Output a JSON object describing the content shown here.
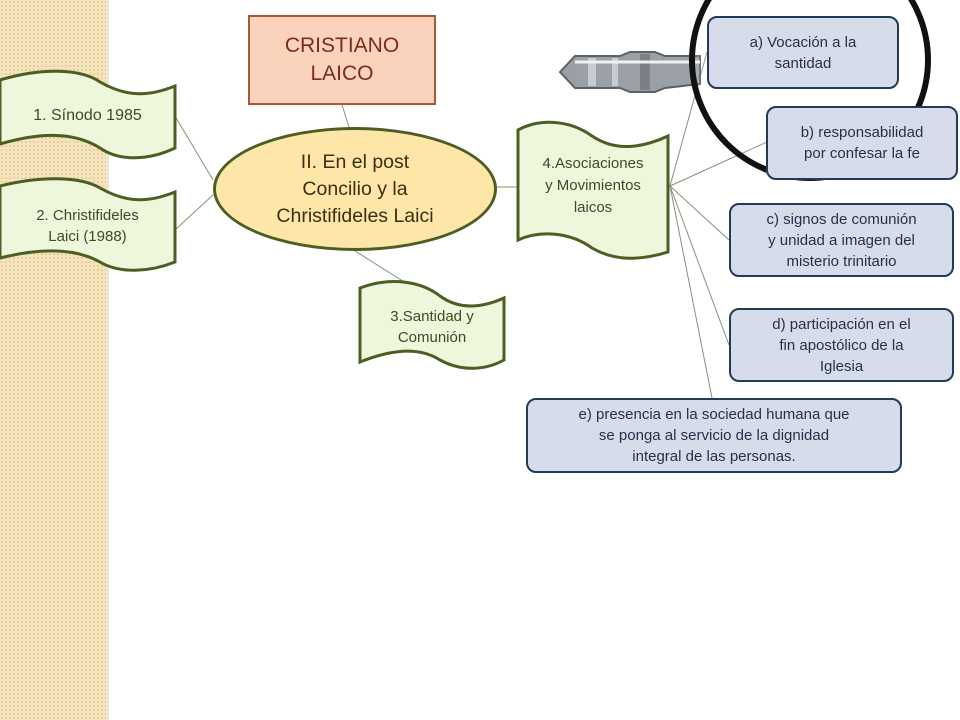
{
  "diagram": {
    "top_box": [
      "CRISTIANO",
      "LAICO"
    ],
    "center": [
      "II. En el post",
      "Concilio y la",
      "Christifideles Laici"
    ],
    "left_banners": [
      {
        "lines": [
          "1. Sínodo 1985"
        ]
      },
      {
        "lines": [
          "2. Christifideles",
          "Laici (1988)"
        ]
      }
    ],
    "bottom_banner": [
      "3.Santidad y",
      "Comunión"
    ],
    "right_banner": [
      "4.Asociaciones",
      "y Movimientos",
      "laicos"
    ],
    "items": [
      [
        "a) Vocación a la",
        "santidad"
      ],
      [
        "b) responsabilidad",
        "por confesar la fe"
      ],
      [
        "c) signos de comunión",
        "y unidad a imagen del",
        "misterio trinitario"
      ],
      [
        "d) participación en el",
        "fin apostólico de la",
        "Iglesia"
      ],
      [
        "e) presencia en la sociedad humana que",
        "se ponga al servicio de la dignidad",
        "integral de las personas."
      ]
    ]
  },
  "colors": {
    "background": "#ffffff",
    "left_stripe": "#f3e4bd",
    "top_box_fill": "#fbd3bd",
    "top_box_border": "#a35a35",
    "ellipse_fill": "#fde6a8",
    "banner_fill": "#eef6dc",
    "banner_border": "#4d5e22",
    "item_fill": "#d7dcea",
    "item_border": "#1f3c58"
  },
  "icons": [
    "magnifying-glass-icon"
  ]
}
